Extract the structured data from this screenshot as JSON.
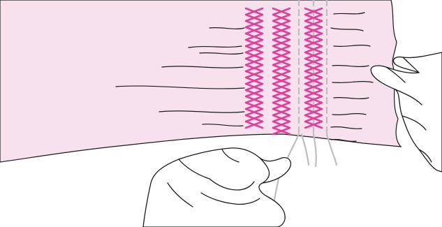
{
  "illustration": {
    "subject": "smocking-stitch-instructions",
    "colors": {
      "fabric": "#f8e1ee",
      "stitch": "#e0409a",
      "gathering_thread": "#bdbdbd",
      "outline": "#1a1a1a",
      "background": "#ffffff"
    },
    "stitched_columns": 3,
    "gathering_threads": 3,
    "hands": 2
  }
}
